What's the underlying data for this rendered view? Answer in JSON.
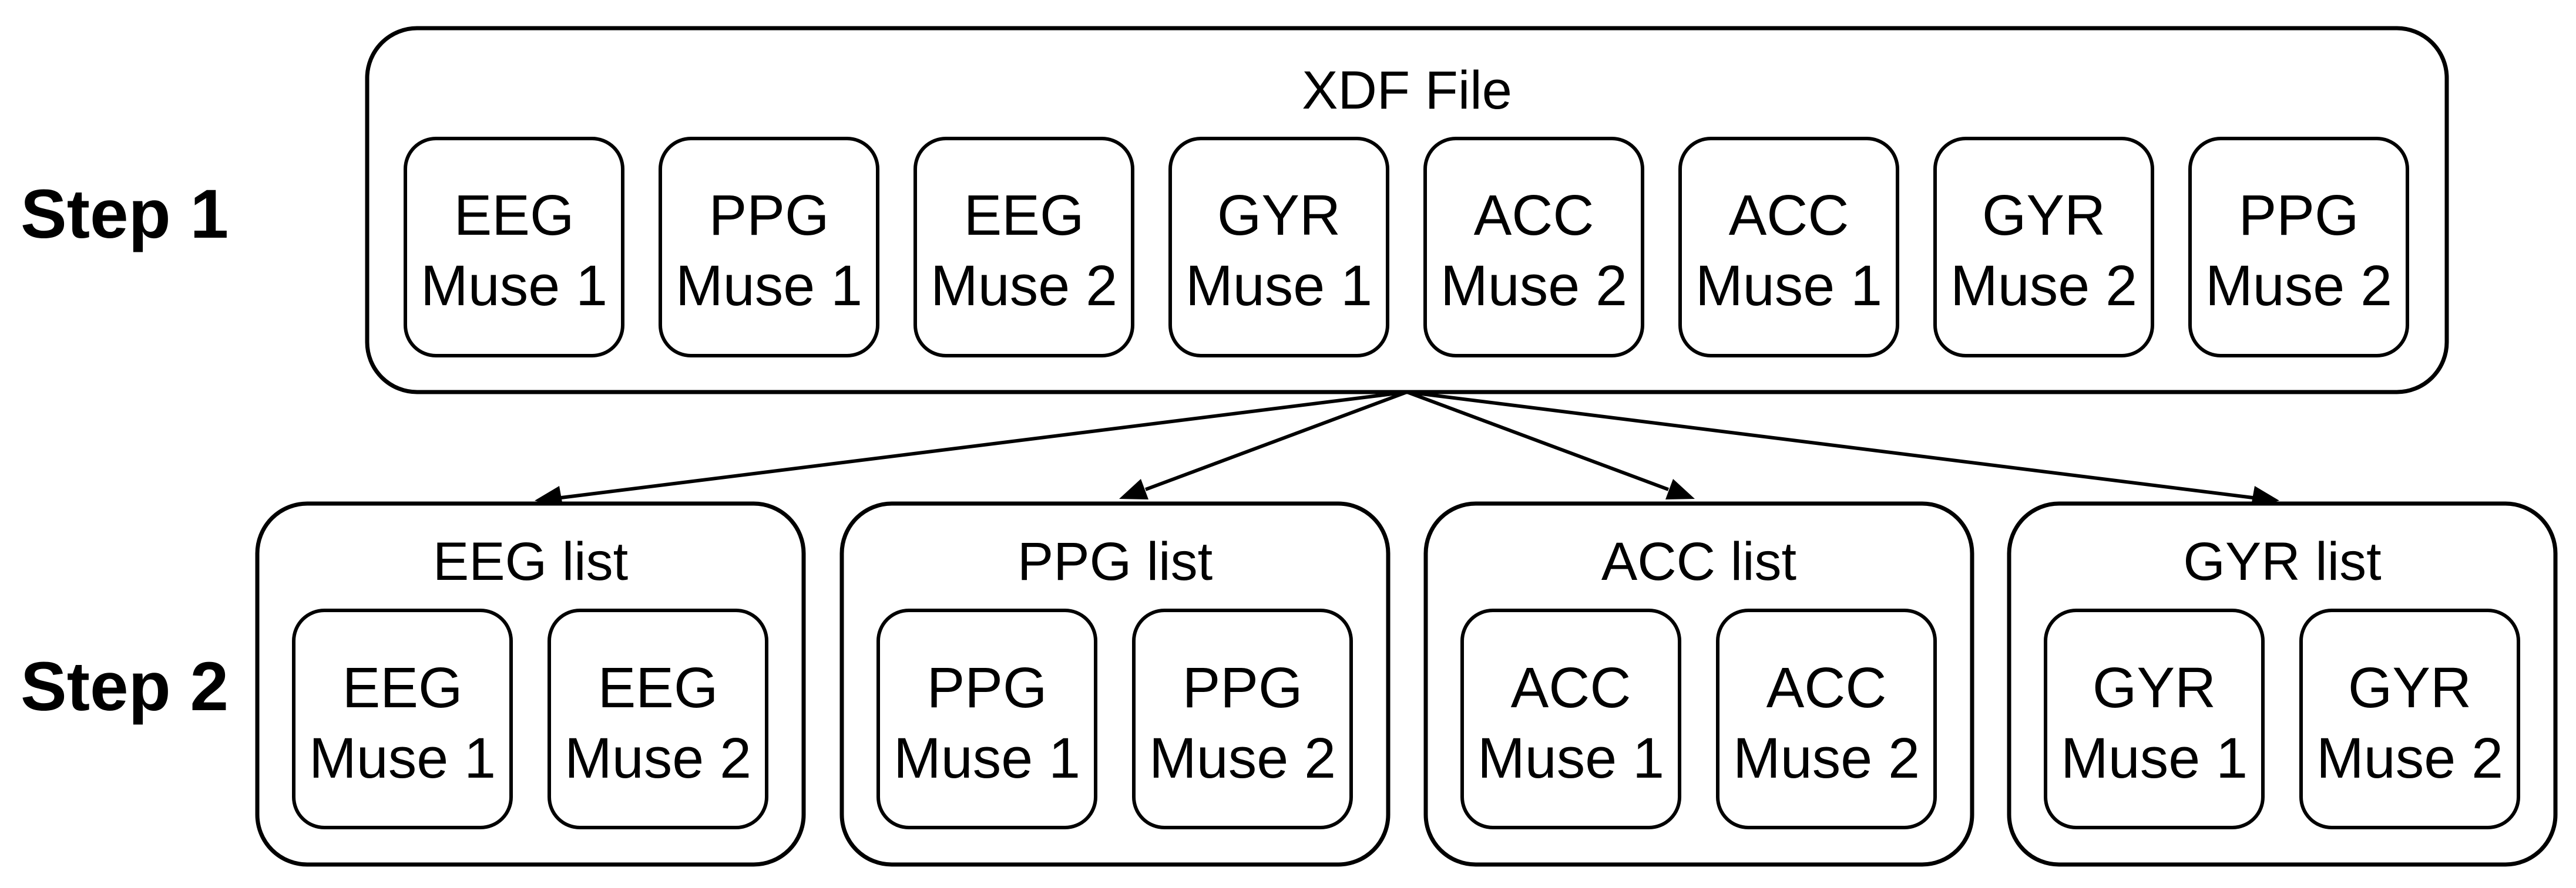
{
  "steps": {
    "step1": "Step 1",
    "step2": "Step 2"
  },
  "file": {
    "title": "XDF File",
    "streams": [
      {
        "type": "EEG",
        "device": "Muse 1"
      },
      {
        "type": "PPG",
        "device": "Muse 1"
      },
      {
        "type": "EEG",
        "device": "Muse 2"
      },
      {
        "type": "GYR",
        "device": "Muse 1"
      },
      {
        "type": "ACC",
        "device": "Muse 2"
      },
      {
        "type": "ACC",
        "device": "Muse 1"
      },
      {
        "type": "GYR",
        "device": "Muse 2"
      },
      {
        "type": "PPG",
        "device": "Muse 2"
      }
    ]
  },
  "lists": [
    {
      "title": "EEG list",
      "items": [
        {
          "type": "EEG",
          "device": "Muse 1"
        },
        {
          "type": "EEG",
          "device": "Muse 2"
        }
      ]
    },
    {
      "title": "PPG list",
      "items": [
        {
          "type": "PPG",
          "device": "Muse 1"
        },
        {
          "type": "PPG",
          "device": "Muse 2"
        }
      ]
    },
    {
      "title": "ACC list",
      "items": [
        {
          "type": "ACC",
          "device": "Muse 1"
        },
        {
          "type": "ACC",
          "device": "Muse 2"
        }
      ]
    },
    {
      "title": "GYR list",
      "items": [
        {
          "type": "GYR",
          "device": "Muse 1"
        },
        {
          "type": "GYR",
          "device": "Muse 2"
        }
      ]
    }
  ]
}
